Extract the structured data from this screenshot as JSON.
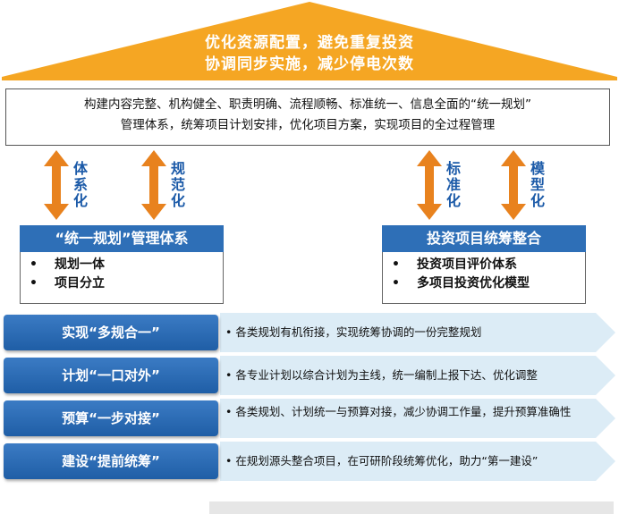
{
  "roof": {
    "line1": "优化资源配置，避免重复投资",
    "line2": "协调同步实施，减少停电次数",
    "color": "#f5a623"
  },
  "top_box": {
    "line1": "构建内容完整、机构健全、职责明确、流程顺畅、标准统一、信息全面的“统一规划”",
    "line2": "管理体系，统筹项目计划安排，优化项目方案，实现项目的全过程管理"
  },
  "arrows": [
    {
      "label": "体系化"
    },
    {
      "label": "规范化"
    },
    {
      "label": "标准化"
    },
    {
      "label": "模型化"
    }
  ],
  "left_panel": {
    "title": "“统一规划”管理体系",
    "bullet": "•",
    "items": [
      "规划一体",
      "项目分立"
    ]
  },
  "right_panel": {
    "title": "投资项目统筹整合",
    "bullet": "•",
    "items": [
      "投资项目评价体系",
      "多项目投资优化模型"
    ]
  },
  "rows": [
    {
      "label": "实现“多规合一”",
      "text": "• 各类规划有机衔接，实现统筹协调的一份完整规划"
    },
    {
      "label": "计划“一口对外”",
      "text": "• 各专业计划以综合计划为主线，统一编制上报下达、优化调整"
    },
    {
      "label": "预算“一步对接”",
      "text": "• 各类规划、计划统一与预算对接，减少协调工作量，提升预算准确性"
    },
    {
      "label": "建设“提前统筹”",
      "text": "• 在规划源头整合项目，在可研阶段统筹优化，助力“第一建设”"
    }
  ],
  "colors": {
    "accent_blue": "#2e6fb7",
    "arrow_orange": "#e8821e",
    "label_blue": "#1b5aa8",
    "row_arrow": "#dcecf6"
  }
}
